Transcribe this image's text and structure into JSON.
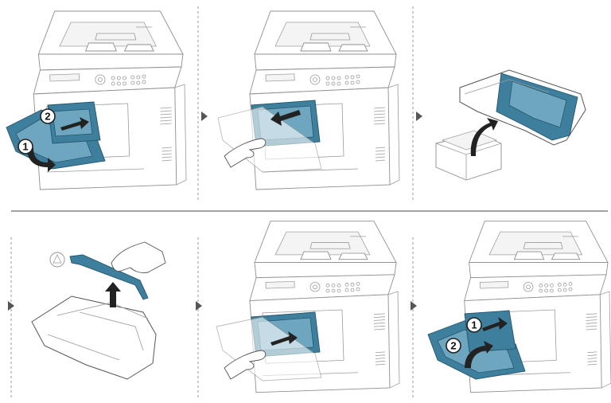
{
  "steps": [
    {
      "id": "open-cover",
      "badges": [
        "2",
        "1"
      ]
    },
    {
      "id": "pull-unit",
      "badges": []
    },
    {
      "id": "unpack-unit",
      "badges": []
    },
    {
      "id": "remove-protector",
      "badges": []
    },
    {
      "id": "insert-unit",
      "badges": []
    },
    {
      "id": "close-cover",
      "badges": [
        "1",
        "2"
      ]
    }
  ],
  "colors": {
    "part": "#3f7f9e",
    "outline": "#8f8f8f",
    "arrow": "#222222"
  },
  "icons": [
    "step-arrow-icon",
    "motion-arrow-icon",
    "recycle-symbol-icon",
    "hand-icon"
  ]
}
